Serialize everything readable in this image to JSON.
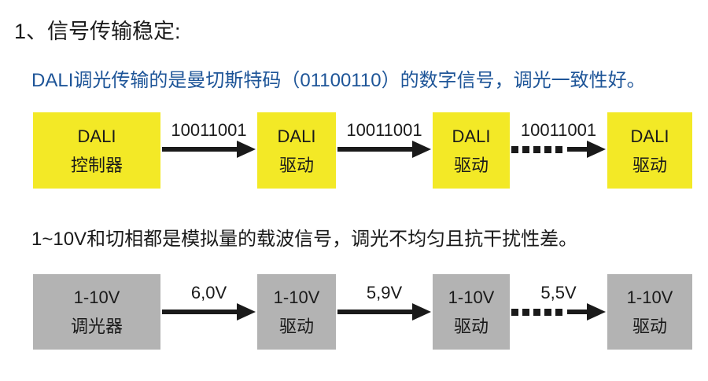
{
  "title": "1、信号传输稳定:",
  "sections": [
    {
      "subtitle": "DALI调光传输的是曼切斯特码（01100110）的数字信号，调光一致性好。",
      "boxes": [
        {
          "line1": "DALI",
          "line2": "控制器"
        },
        {
          "line1": "DALI",
          "line2": "驱动"
        },
        {
          "line1": "DALI",
          "line2": "驱动"
        },
        {
          "line1": "DALI",
          "line2": "驱动"
        }
      ],
      "arrows": [
        {
          "label": "10011001",
          "style": "solid"
        },
        {
          "label": "10011001",
          "style": "solid"
        },
        {
          "label": "10011001",
          "style": "dashed"
        }
      ]
    },
    {
      "subtitle": "1~10V和切相都是模拟量的载波信号，调光不均匀且抗干扰性差。",
      "boxes": [
        {
          "line1": "1-10V",
          "line2": "调光器"
        },
        {
          "line1": "1-10V",
          "line2": "驱动"
        },
        {
          "line1": "1-10V",
          "line2": "驱动"
        },
        {
          "line1": "1-10V",
          "line2": "驱动"
        }
      ],
      "arrows": [
        {
          "label": "6,0V",
          "style": "solid"
        },
        {
          "label": "5,9V",
          "style": "solid"
        },
        {
          "label": "5,5V",
          "style": "dashed"
        }
      ]
    }
  ],
  "colors": {
    "dali_box_fill": "#f3e926",
    "analog_box_fill": "#b3b3b3",
    "subtitle_blue": "#1e5598",
    "text_dark": "#1a1a1a"
  }
}
